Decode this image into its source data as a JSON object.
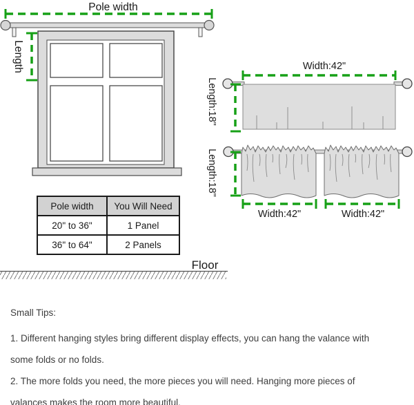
{
  "colors": {
    "measure_green": "#17A017",
    "fabric_gray": "#DEDEDE",
    "frame_gray": "#DCDCDC",
    "table_header_gray": "#D2D2D2",
    "text_dark": "#1A1A1A"
  },
  "window_diagram": {
    "pole_width_label": "Pole width",
    "length_label": "Length"
  },
  "flat_valance_diagram": {
    "width_label": "Width:42\"",
    "length_label": "Length:18\""
  },
  "gathered_valance_diagram": {
    "length_label": "Length:18\"",
    "left_width_label": "Width:42\"",
    "right_width_label": "Width:42\""
  },
  "panel_table": {
    "headers": [
      "Pole width",
      "You Will Need"
    ],
    "rows": [
      [
        "20\" to 36\"",
        "1 Panel"
      ],
      [
        "36\" to 64\"",
        "2 Panels"
      ]
    ]
  },
  "floor": {
    "label": "Floor"
  },
  "tips": {
    "title": "Small Tips:",
    "tip1_line1": "1. Different hanging styles bring different display effects, you can hang the valance with",
    "tip1_line2": "some folds or no folds.",
    "tip2_line1": "2. The more folds you need, the more pieces you will need. Hanging more pieces of",
    "tip2_line2": "valances makes the room more beautiful."
  }
}
